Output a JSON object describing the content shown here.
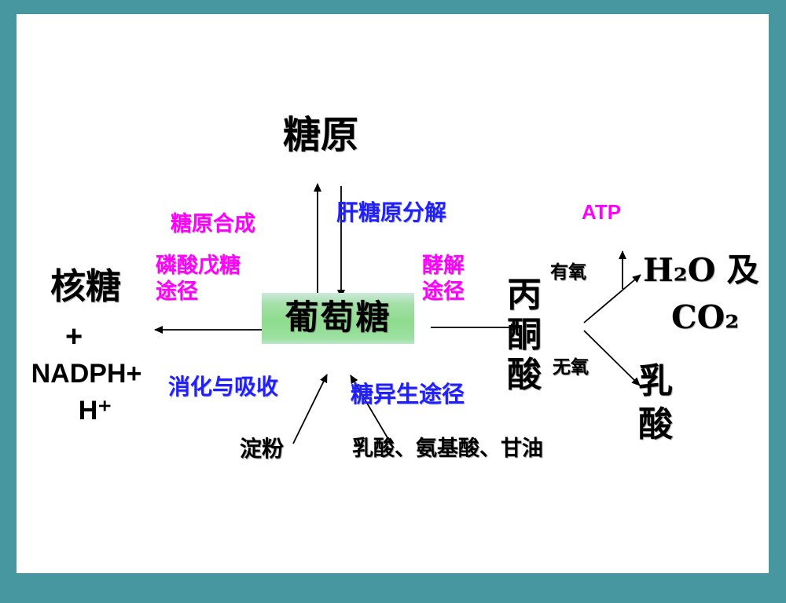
{
  "slide": {
    "border_color": "#4797a1",
    "background": "#ffffff",
    "colors": {
      "pathway_pink": "#ff00ff",
      "pathway_blue": "#1f1fff",
      "node_black": "#000000",
      "glucose_box_green": "#8edc8e"
    },
    "nodes": {
      "glycogen": "糖原",
      "glucose": "葡萄糖",
      "ribose": "核糖",
      "plus": "+",
      "nadph": "NADPH+",
      "h_plus": "H⁺",
      "pyruvate": "丙酮酸",
      "starch": "淀粉",
      "substrates": "乳酸、氨基酸、甘油",
      "atp": "ATP",
      "water_and": "H₂O 及",
      "co2": "CO₂",
      "lactate": "乳酸",
      "aerobic": "有氧",
      "anaerobic": "无氧"
    },
    "labels": {
      "glycogen_synthesis": "糖原合成",
      "glycogenolysis": "肝糖原分解",
      "pentose_phosphate": "磷酸戊糖\n途径",
      "glycolysis": "酵解\n途径",
      "digestion": "消化与吸收",
      "gluconeogenesis": "糖异生途径"
    },
    "edges": [
      {
        "from": "葡萄糖",
        "to": "糖原",
        "label": "糖原合成"
      },
      {
        "from": "糖原",
        "to": "葡萄糖",
        "label": "肝糖原分解"
      },
      {
        "from": "葡萄糖",
        "to": "核糖 + NADPH+ H⁺",
        "label": "磷酸戊糖途径"
      },
      {
        "from": "葡萄糖",
        "to": "丙酮酸",
        "label": "酵解途径"
      },
      {
        "from": "淀粉",
        "to": "葡萄糖",
        "label": "消化与吸收"
      },
      {
        "from": "乳酸、氨基酸、甘油",
        "to": "葡萄糖",
        "label": "糖异生途径"
      },
      {
        "from": "丙酮酸",
        "to": "H₂O 及 CO₂",
        "label": "有氧"
      },
      {
        "from": "丙酮酸",
        "to": "ATP",
        "label": "有氧"
      },
      {
        "from": "丙酮酸",
        "to": "乳酸",
        "label": "无氧"
      }
    ]
  }
}
